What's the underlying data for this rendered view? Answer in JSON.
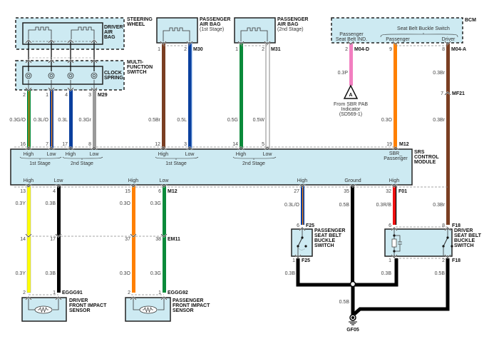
{
  "colors": {
    "box_fill": "#cdeaf2",
    "G": "#0a8a3a",
    "O": "#ff8000",
    "L": "#0a3f9e",
    "Gr": "#9a9a9a",
    "Br": "#7a3e22",
    "W": "#ffffff",
    "P": "#f27fc0",
    "Y": "#ffff00",
    "B": "#000000",
    "R": "#ee1111"
  },
  "components": {
    "steering_wheel": "STEERING WHEEL",
    "driver_air_bag": "DRIVER AIR BAG",
    "multi_function_switch": "MULTI- FUNCTION SWITCH",
    "clock_spring": "CLOCK SPRING",
    "passenger_air_bag_1": {
      "name": "PASSENGER AIR BAG",
      "stage": "(1st Stage)"
    },
    "passenger_air_bag_2": {
      "name": "PASSENGER AIR BAG",
      "stage": "(2nd Stage)"
    },
    "bcm": "BCM",
    "srs_module": "SRS CONTROL MODULE",
    "driver_front_impact_sensor": "DRIVER FRONT IMPACT SENSOR",
    "passenger_front_impact_sensor": "PASSENGER FRONT IMPACT SENSOR",
    "passenger_seat_belt_buckle_switch": "PASSENGER SEAT BELT BUCKLE SWITCH",
    "driver_seat_belt_buckle_switch": "DRIVER SEAT BELT BUCKLE SWITCH",
    "ground": "GF05"
  },
  "bcm_labels": {
    "passenger_seat_belt_ind": "Passenger Seat Belt IND.",
    "seat_belt_buckle_switch": "Seat Belt Buckle Switch",
    "passenger": "Passenger",
    "driver": "Driver"
  },
  "srs_labels": {
    "high": "High",
    "low": "Low",
    "ground": "Ground",
    "stage1": "1st Stage",
    "stage2": "2nd Stage",
    "sbr_passenger": "SBR_ Passenger"
  },
  "reference": {
    "symbol": "A",
    "text": "From SBR PAB Indicator (SD569-1)"
  },
  "connectors": [
    "M29",
    "M30",
    "M31",
    "M04-D",
    "M04-A",
    "MF21",
    "M12",
    "M12",
    "F01",
    "F25",
    "F25",
    "F18",
    "F18",
    "EM11",
    "EGGG91",
    "EGGG92"
  ],
  "wires_top": [
    {
      "pin_top": "2",
      "pin_bottom": "16",
      "gauge": "0.3G/O"
    },
    {
      "pin_top": "1",
      "pin_bottom": "7",
      "gauge": "0.3L/O"
    },
    {
      "pin_top": "4",
      "pin_bottom": "17",
      "gauge": "0.3L"
    },
    {
      "pin_top": "3",
      "pin_bottom": "8",
      "gauge": "0.3Gr"
    },
    {
      "pin_top": "1",
      "pin_bottom": "12",
      "gauge": "0.5Br"
    },
    {
      "pin_top": "2",
      "pin_bottom": "3",
      "gauge": "0.5L"
    },
    {
      "pin_top": "1",
      "pin_bottom": "14",
      "gauge": "0.5G"
    },
    {
      "pin_top": "2",
      "pin_bottom": "5",
      "gauge": "0.5W"
    },
    {
      "pin_top": "2",
      "gauge": "0.3P"
    },
    {
      "pin_top": "9",
      "pin_bottom": "19",
      "gauge": "0.3O"
    },
    {
      "pin_top": "8",
      "pin_mid": "7",
      "gauge": "0.3Br"
    }
  ],
  "wires_bottom": [
    {
      "pin_top": "13",
      "pin_mid": "14",
      "pin_bottom": "2",
      "gauge": "0.3Y"
    },
    {
      "pin_top": "4",
      "pin_mid": "17",
      "pin_bottom": "1",
      "gauge": "0.3B"
    },
    {
      "pin_top": "15",
      "pin_mid": "37",
      "pin_bottom": "2",
      "gauge": "0.3O"
    },
    {
      "pin_top": "6",
      "pin_mid": "38",
      "pin_bottom": "1",
      "gauge": "0.3G"
    },
    {
      "pin_top": "27",
      "pin_bottom": "6",
      "gauge": "0.3L/O"
    },
    {
      "pin_top": "35",
      "gauge": "0.5B"
    },
    {
      "pin_top": "32",
      "pin_bottom": "6",
      "gauge": "0.3R/B"
    },
    {
      "pin_top": "8",
      "gauge": "0.3Br"
    }
  ],
  "ground_wires": {
    "pass_switch_out": {
      "pin": "1",
      "gauge": "0.3B"
    },
    "drv_switch_out1": {
      "pin": "1",
      "gauge": "0.3B"
    },
    "drv_switch_out2": {
      "pin": "2",
      "gauge": "0.5B"
    },
    "to_ground": "0.5B"
  }
}
